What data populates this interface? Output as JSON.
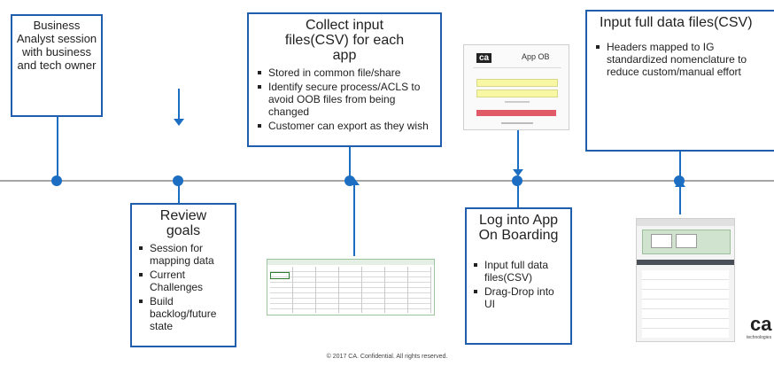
{
  "box1": {
    "text": "Business Analyst session with business and tech owner"
  },
  "box2": {
    "title": "Review goals",
    "items": [
      "Session for mapping data",
      "Current Challenges",
      "Build backlog/future state"
    ]
  },
  "box3": {
    "title": "Collect input files(CSV) for each app",
    "items": [
      "Stored in common file/share",
      "Identify secure process/ACLS to avoid OOB files from being changed",
      "Customer can export as they wish"
    ]
  },
  "box4": {
    "title": "Log into App On Boarding",
    "items": [
      "Input full data files(CSV)",
      "Drag-Drop into UI"
    ]
  },
  "box5": {
    "title": "Input full data files(CSV)",
    "items": [
      "Headers mapped  to IG standardized nomenclature to reduce custom/manual effort"
    ]
  },
  "login_screenshot": {
    "logo": "ca",
    "app_name": "App OB"
  },
  "footer": "© 2017 CA. Confidential.  All rights reserved.",
  "corner_logo": "ca",
  "corner_sub": "technologies",
  "colors": {
    "accent": "#1b6ec2",
    "box_border": "#1f5fae",
    "timeline": "#a6a6a6"
  }
}
